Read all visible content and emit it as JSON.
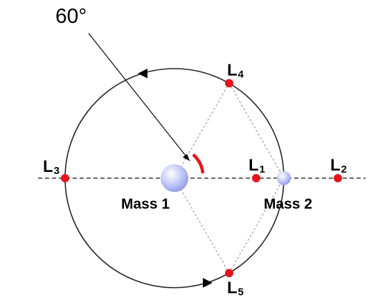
{
  "angle_label": "60°",
  "lagrange_points": [
    {
      "id": "L1",
      "letter": "L",
      "sub": "1"
    },
    {
      "id": "L2",
      "letter": "L",
      "sub": "2"
    },
    {
      "id": "L3",
      "letter": "L",
      "sub": "3"
    },
    {
      "id": "L4",
      "letter": "L",
      "sub": "4"
    },
    {
      "id": "L5",
      "letter": "L",
      "sub": "5"
    }
  ],
  "masses": [
    {
      "id": "mass-1",
      "label": "Mass 1"
    },
    {
      "id": "mass-2",
      "label": "Mass 2"
    }
  ],
  "colors": {
    "lagrange_point": "#e8141c",
    "angle_arc": "#e8141c",
    "mass_fill": "#c4cbf6",
    "orbit": "#000000",
    "guide_lines": "#888888"
  }
}
